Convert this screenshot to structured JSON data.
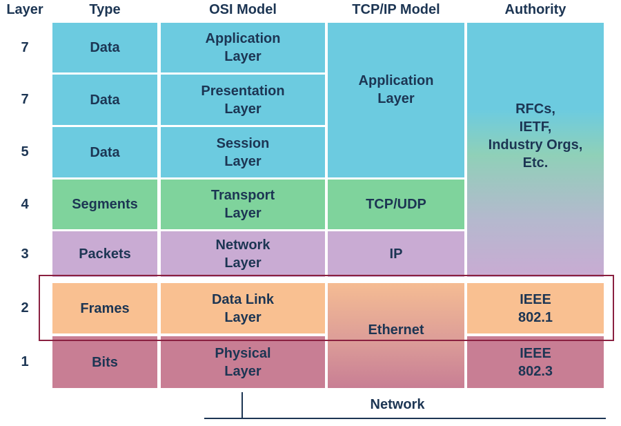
{
  "headers": {
    "layer": "Layer",
    "type": "Type",
    "osi": "OSI Model",
    "tcpip": "TCP/IP Model",
    "authority": "Authority"
  },
  "rows": [
    {
      "layer": "7",
      "type": "Data",
      "osi": "Application\nLayer"
    },
    {
      "layer": "7",
      "type": "Data",
      "osi": "Presentation\nLayer"
    },
    {
      "layer": "5",
      "type": "Data",
      "osi": "Session\nLayer"
    },
    {
      "layer": "4",
      "type": "Segments",
      "osi": "Transport\nLayer"
    },
    {
      "layer": "3",
      "type": "Packets",
      "osi": "Network\nLayer"
    },
    {
      "layer": "2",
      "type": "Frames",
      "osi": "Data Link\nLayer"
    },
    {
      "layer": "1",
      "type": "Bits",
      "osi": "Physical\nLayer"
    }
  ],
  "tcpip": {
    "application": "Application\nLayer",
    "transport": "TCP/UDP",
    "internet": "IP",
    "link": "Ethernet"
  },
  "authority": {
    "upper": "RFCs,\nIETF,\nIndustry Orgs,\nEtc.",
    "datalink": "IEEE\n802.1",
    "physical": "IEEE\n802.3"
  },
  "footer": {
    "network": "Network"
  },
  "colors": {
    "text": "#1c3553",
    "blue": "#6ccbe0",
    "green": "#7fd39c",
    "purple": "#c9abd3",
    "orange": "#f9c091",
    "rose": "#c87e94",
    "highlight_border": "#8a2040"
  }
}
